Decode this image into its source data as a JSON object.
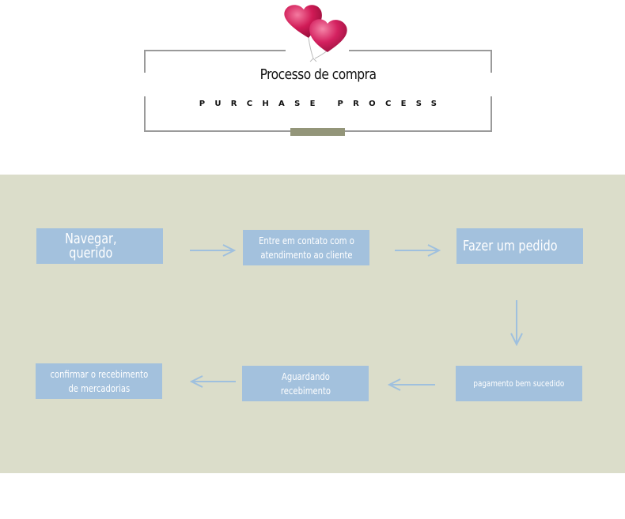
{
  "header": {
    "title": "Processo de compra",
    "subtitle": "PURCHASE PROCESS"
  },
  "colors": {
    "panel_background": "#dbddca",
    "step_box": "#a3c1dd",
    "arrow": "#9fc0de",
    "accent_bar": "#939579",
    "frame_border": "#9a9a9a",
    "heart": "#d01a56"
  },
  "decoration": {
    "balloons_icon": "heart-balloons-icon"
  },
  "steps": [
    {
      "id": 1,
      "label": "Navegar, querido"
    },
    {
      "id": 2,
      "label": "Entre em contato com o\natendimento ao cliente"
    },
    {
      "id": 3,
      "label": "Fazer um pedido"
    },
    {
      "id": 4,
      "label": "pagamento bem sucedido"
    },
    {
      "id": 5,
      "label": "Aguardando\nrecebimento"
    },
    {
      "id": 6,
      "label": "confirmar o recebimento\nde mercadorias"
    }
  ],
  "arrows": [
    {
      "from": 1,
      "to": 2,
      "direction": "right"
    },
    {
      "from": 2,
      "to": 3,
      "direction": "right"
    },
    {
      "from": 3,
      "to": 4,
      "direction": "down"
    },
    {
      "from": 4,
      "to": 5,
      "direction": "left"
    },
    {
      "from": 5,
      "to": 6,
      "direction": "left"
    }
  ]
}
